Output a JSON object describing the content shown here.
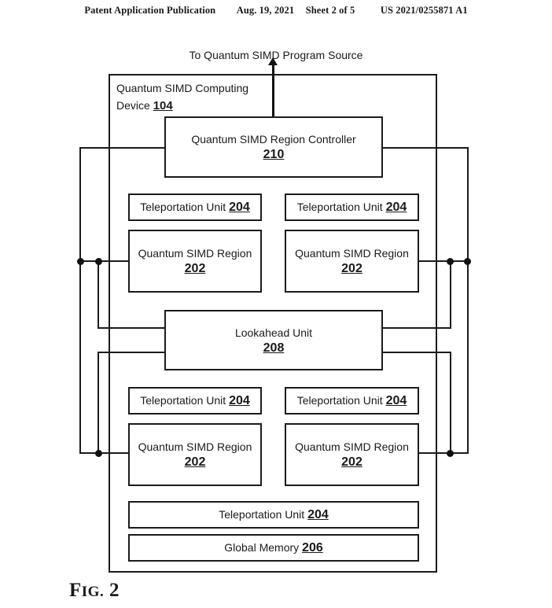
{
  "header": {
    "publication": "Patent Application Publication",
    "date": "Aug. 19, 2021",
    "sheet": "Sheet 2 of 5",
    "doc_number": "US 2021/0255871 A1"
  },
  "figure": {
    "label_prefix": "F",
    "label_rest": "IG.",
    "label_number": "2",
    "caption_above": "To Quantum SIMD Program Source"
  },
  "device": {
    "title_line1": "Quantum SIMD Computing",
    "title_line2": "Device",
    "ref": "104"
  },
  "blocks": {
    "controller": {
      "label": "Quantum SIMD Region Controller",
      "ref": "210"
    },
    "lookahead": {
      "label": "Lookahead Unit",
      "ref": "208"
    },
    "teleport_upper_left": {
      "label": "Teleportation Unit",
      "ref": "204"
    },
    "teleport_upper_right": {
      "label": "Teleportation Unit",
      "ref": "204"
    },
    "teleport_lower_left": {
      "label": "Teleportation Unit",
      "ref": "204"
    },
    "teleport_lower_right": {
      "label": "Teleportation Unit",
      "ref": "204"
    },
    "teleport_bottom": {
      "label": "Teleportation Unit",
      "ref": "204"
    },
    "region_upper_left": {
      "label": "Quantum SIMD Region",
      "ref": "202"
    },
    "region_upper_right": {
      "label": "Quantum SIMD Region",
      "ref": "202"
    },
    "region_lower_left": {
      "label": "Quantum SIMD Region",
      "ref": "202"
    },
    "region_lower_right": {
      "label": "Quantum SIMD Region",
      "ref": "202"
    },
    "global_memory": {
      "label": "Global Memory",
      "ref": "206"
    }
  },
  "colors": {
    "ink": "#1b1b1b",
    "background": "#ffffff"
  }
}
